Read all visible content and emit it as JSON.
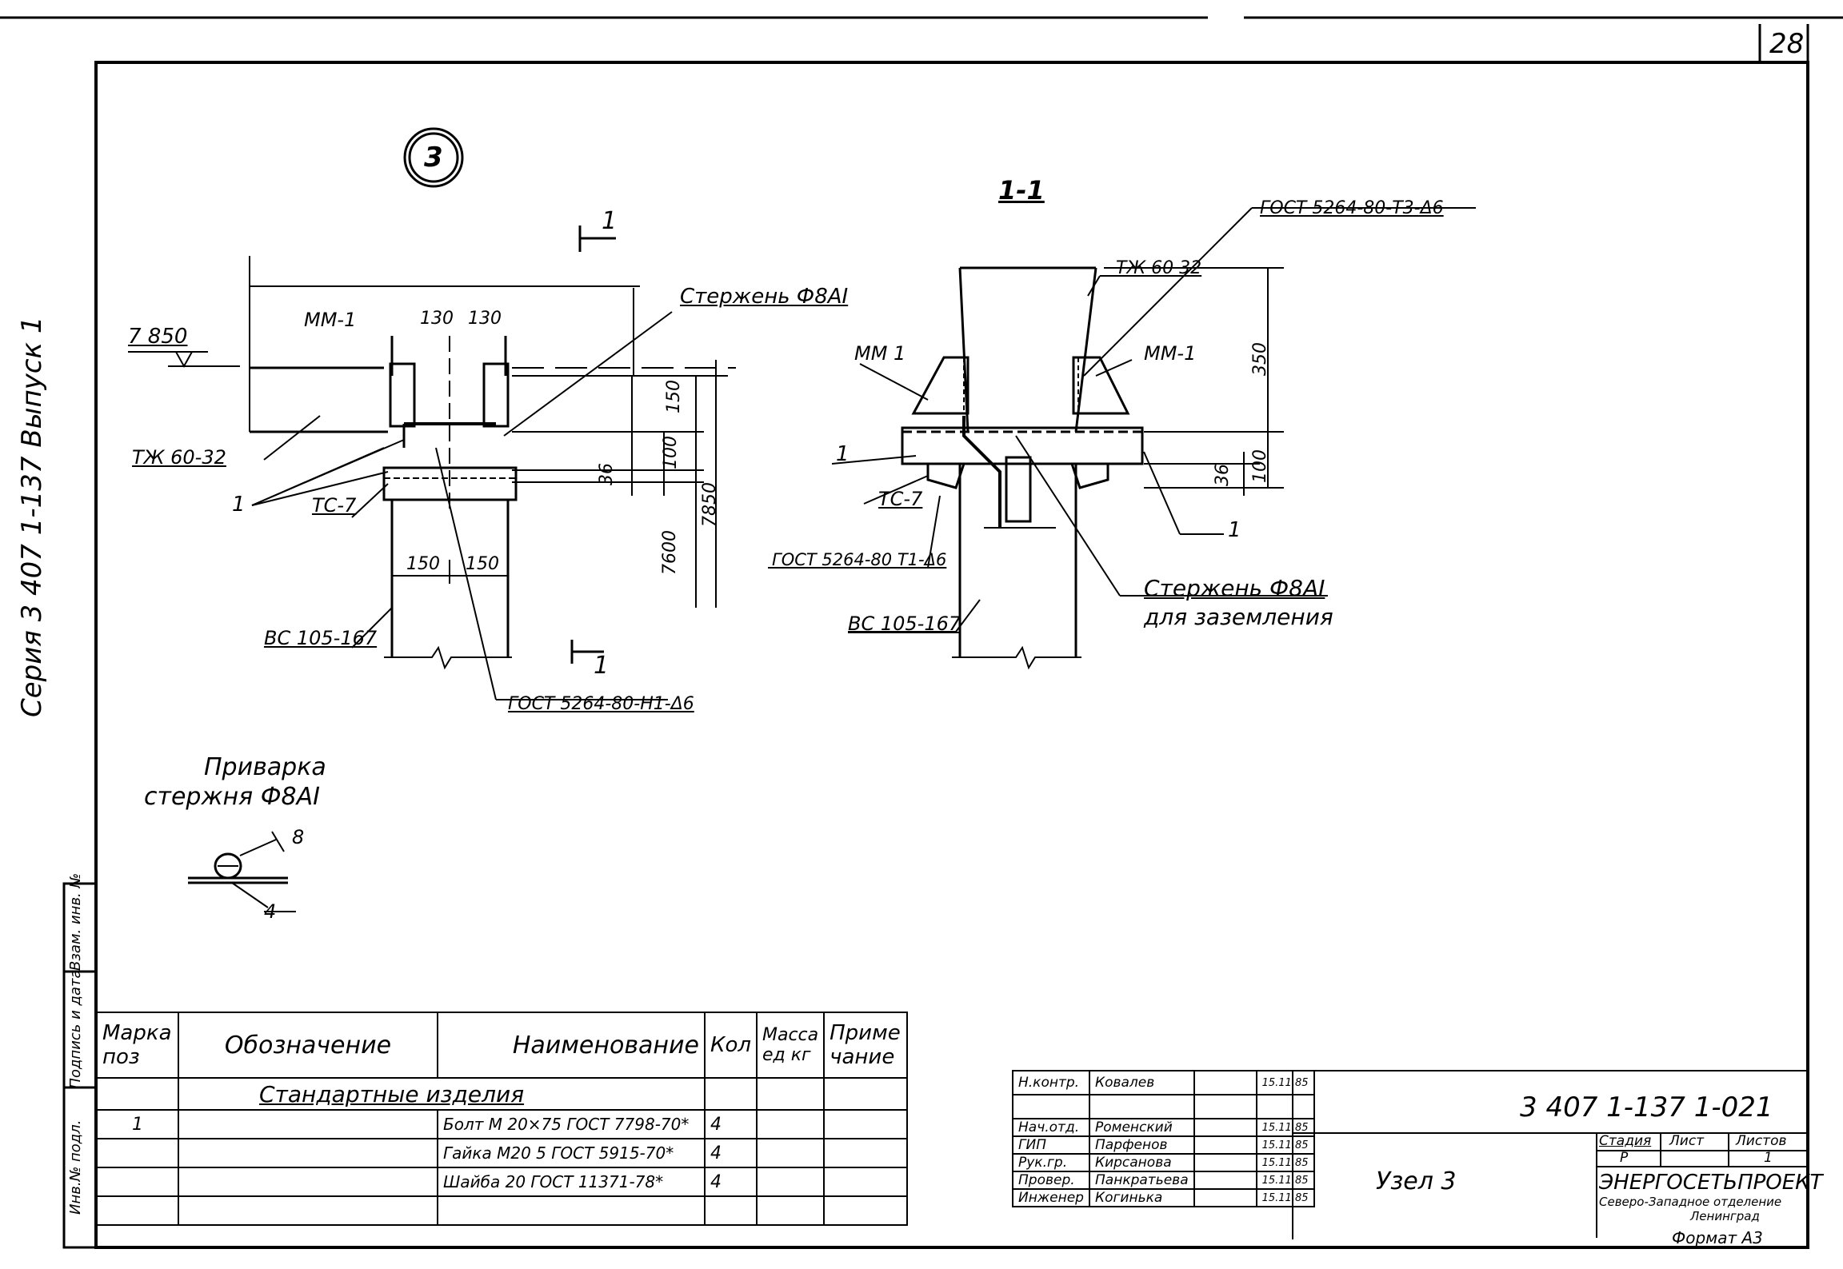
{
  "page_number": "28",
  "binding_strip": {
    "series": "Серия 3 407 1-137 Выпуск 1",
    "cells": [
      "Инв.№ подл.",
      "Подпись и дата",
      "Взам. инв. №"
    ]
  },
  "node_mark": "3",
  "section_mark": "1-1",
  "cut_mark": "1",
  "left_view": {
    "elevation": "7 850",
    "dims": [
      "130",
      "130",
      "150",
      "150",
      "150",
      "100",
      "36",
      "7600",
      "7850"
    ],
    "labels": {
      "mm1": "ММ-1",
      "tzh": "ТЖ 60-32",
      "pos1": "1",
      "tc7": "ТС-7",
      "vs105": "ВС 105-167",
      "rod": "Стержень Ф8АI",
      "gost_h1": "ГОСТ 5264-80-Н1-Δ6"
    }
  },
  "right_view": {
    "dims": [
      "350",
      "100",
      "36"
    ],
    "labels": {
      "gost_t3": "ГОСТ 5264-80-Т3-Δ6",
      "tzh": "ТЖ 60 32",
      "mm1_left": "ММ 1",
      "mm1_right": "ММ-1",
      "pos1_left": "1",
      "pos1_right": "1",
      "tc7": "ТС-7",
      "gost_t1": "ГОСТ 5264-80 Т1-Δ6",
      "vs105": "ВС 105-167",
      "rod_line1": "Стержень Ф8АI",
      "rod_line2": "для заземления"
    }
  },
  "weld_detail": {
    "title_line1": "Приварка",
    "title_line2": "стержня Ф8АI",
    "dim_8": "8",
    "dim_4": "4"
  },
  "spec_table": {
    "headers": {
      "mark": "Марка поз",
      "designation": "Обозначение",
      "name": "Наименование",
      "qty": "Кол",
      "mass": "Масса ед кг",
      "note": "Приме чание"
    },
    "group_title": "Стандартные изделия",
    "rows": [
      {
        "mark": "1",
        "name": "Болт М 20×75 ГОСТ 7798-70*",
        "qty": "4"
      },
      {
        "mark": "",
        "name": "Гайка М20 5 ГОСТ 5915-70*",
        "qty": "4"
      },
      {
        "mark": "",
        "name": "Шайба 20 ГОСТ 11371-78*",
        "qty": "4"
      }
    ]
  },
  "title_block": {
    "doc_code": "3 407 1-137 1-021",
    "title": "Узел 3",
    "stage_label": "Стадия",
    "sheet_label": "Лист",
    "sheets_label": "Листов",
    "stage": "Р",
    "sheet": "",
    "sheets": "1",
    "org": "ЭНЕРГОСЕТЬПРОЕКТ",
    "branch_line1": "Северо-Западное отделение",
    "branch_line2": "Ленинград",
    "format": "Формат А3",
    "staff": [
      {
        "role": "Н.контр.",
        "name": "Ковалев",
        "date": "15.11.85"
      },
      {
        "role": "Нач.отд.",
        "name": "Роменский",
        "date": "15.11.85"
      },
      {
        "role": "ГИП",
        "name": "Парфенов",
        "date": "15.11.85"
      },
      {
        "role": "Рук.гр.",
        "name": "Кирсанова",
        "date": "15.11.85"
      },
      {
        "role": "Провер.",
        "name": "Панкратьева",
        "date": "15.11.85"
      },
      {
        "role": "Инженер",
        "name": "Когинька",
        "date": "15.11.85"
      }
    ]
  }
}
